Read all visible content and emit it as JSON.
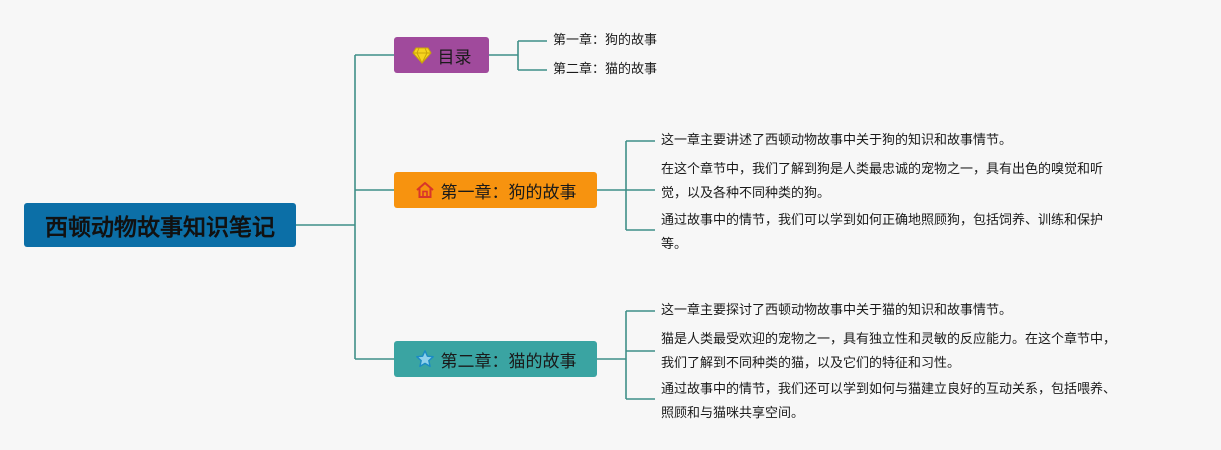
{
  "root": {
    "title": "西顿动物故事知识笔记"
  },
  "branches": {
    "toc": {
      "label": "目录",
      "icon": "diamond-icon",
      "color": "#a04a9c",
      "items": [
        "第一章：狗的故事",
        "第二章：猫的故事"
      ]
    },
    "dog": {
      "label": "第一章：狗的故事",
      "icon": "home-icon",
      "color": "#f7930f",
      "notes": [
        [
          "这一章主要讲述了西顿动物故事中关于狗的知识和故事情节。"
        ],
        [
          "在这个章节中，我们了解到狗是人类最忠诚的宠物之一，具有出色的嗅觉和听",
          "觉，以及各种不同种类的狗。"
        ],
        [
          "通过故事中的情节，我们可以学到如何正确地照顾狗，包括饲养、训练和保护",
          "等。"
        ]
      ]
    },
    "cat": {
      "label": "第二章：猫的故事",
      "icon": "star-icon",
      "color": "#3aa4a2",
      "notes": [
        [
          "这一章主要探讨了西顿动物故事中关于猫的知识和故事情节。"
        ],
        [
          "猫是人类最受欢迎的宠物之一，具有独立性和灵敏的反应能力。在这个章节中，",
          "我们了解到不同种类的猫，以及它们的特征和习性。"
        ],
        [
          "通过故事中的情节，我们还可以学到如何与猫建立良好的互动关系，包括喂养、",
          "照顾和与猫咪共享空间。"
        ]
      ]
    }
  },
  "colors": {
    "connector": "#3f8f88",
    "root": "#0c6fa7"
  }
}
